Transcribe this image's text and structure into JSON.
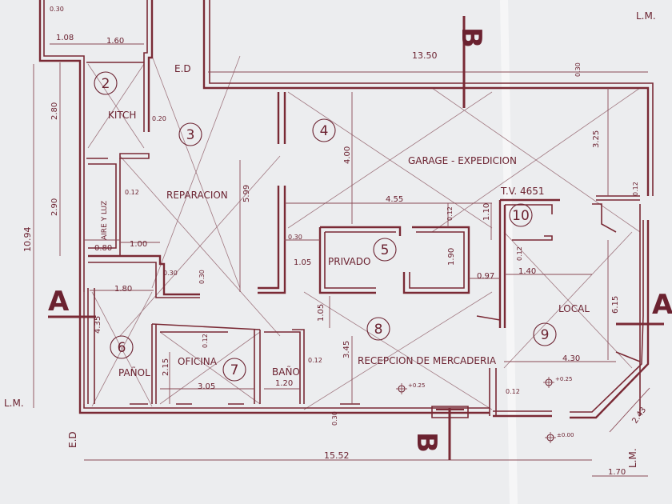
{
  "rooms": [
    {
      "number": "2",
      "name": "KITCH"
    },
    {
      "number": "3",
      "name": "REPARACION"
    },
    {
      "number": "4",
      "name": "GARAGE - EXPEDICION"
    },
    {
      "number": "5",
      "name": "PRIVADO"
    },
    {
      "number": "6",
      "name": "PAÑOL"
    },
    {
      "number": "7",
      "name": "OFICINA"
    },
    {
      "number": "8",
      "name": "RECEPCION DE MERCADERIA"
    },
    {
      "number": "9",
      "name": "LOCAL"
    },
    {
      "number": "10",
      "name": ""
    }
  ],
  "bath_label": "BAÑO",
  "shaft_label": "AIRE Y LUZ",
  "tv_label": "T.V. 4651",
  "section_marks": {
    "a": "A",
    "b": "B"
  },
  "edge_labels": {
    "lm": "L.M.",
    "ed": "E.D"
  },
  "levels": {
    "l1": "+0.25",
    "l2": "+0.25",
    "l3": "±0.00"
  },
  "dims": {
    "d1": "0.30",
    "d2": "1.08",
    "d3": "1.60",
    "d4": "13.50",
    "d5": "2.80",
    "d6": "0.20",
    "d7": "2.90",
    "d8": "0.12",
    "d9": "10.94",
    "d10": "0.80",
    "d11": "1.00",
    "d12": "5.99",
    "d13": "4.00",
    "d14": "4.55",
    "d15": "0.12",
    "d16": "1.10",
    "d17": "0.30",
    "d18": "1.05",
    "d19": "1.90",
    "d20": "0.97",
    "d21": "1.40",
    "d22": "0.12",
    "d23": "3.25",
    "d24": "0.12",
    "d25": "6.15",
    "d26": "1.80",
    "d27": "0.30",
    "d28": "0.30",
    "d29": "4.35",
    "d30": "0.12",
    "d31": "2.15",
    "d32": "3.05",
    "d33": "1.20",
    "d34": "0.12",
    "d35": "1.05",
    "d36": "3.45",
    "d37": "4.30",
    "d38": "0.12",
    "d39": "2.43",
    "d40": "0.30",
    "d41": "15.52",
    "d42": "1.70",
    "d43": "0.30"
  }
}
